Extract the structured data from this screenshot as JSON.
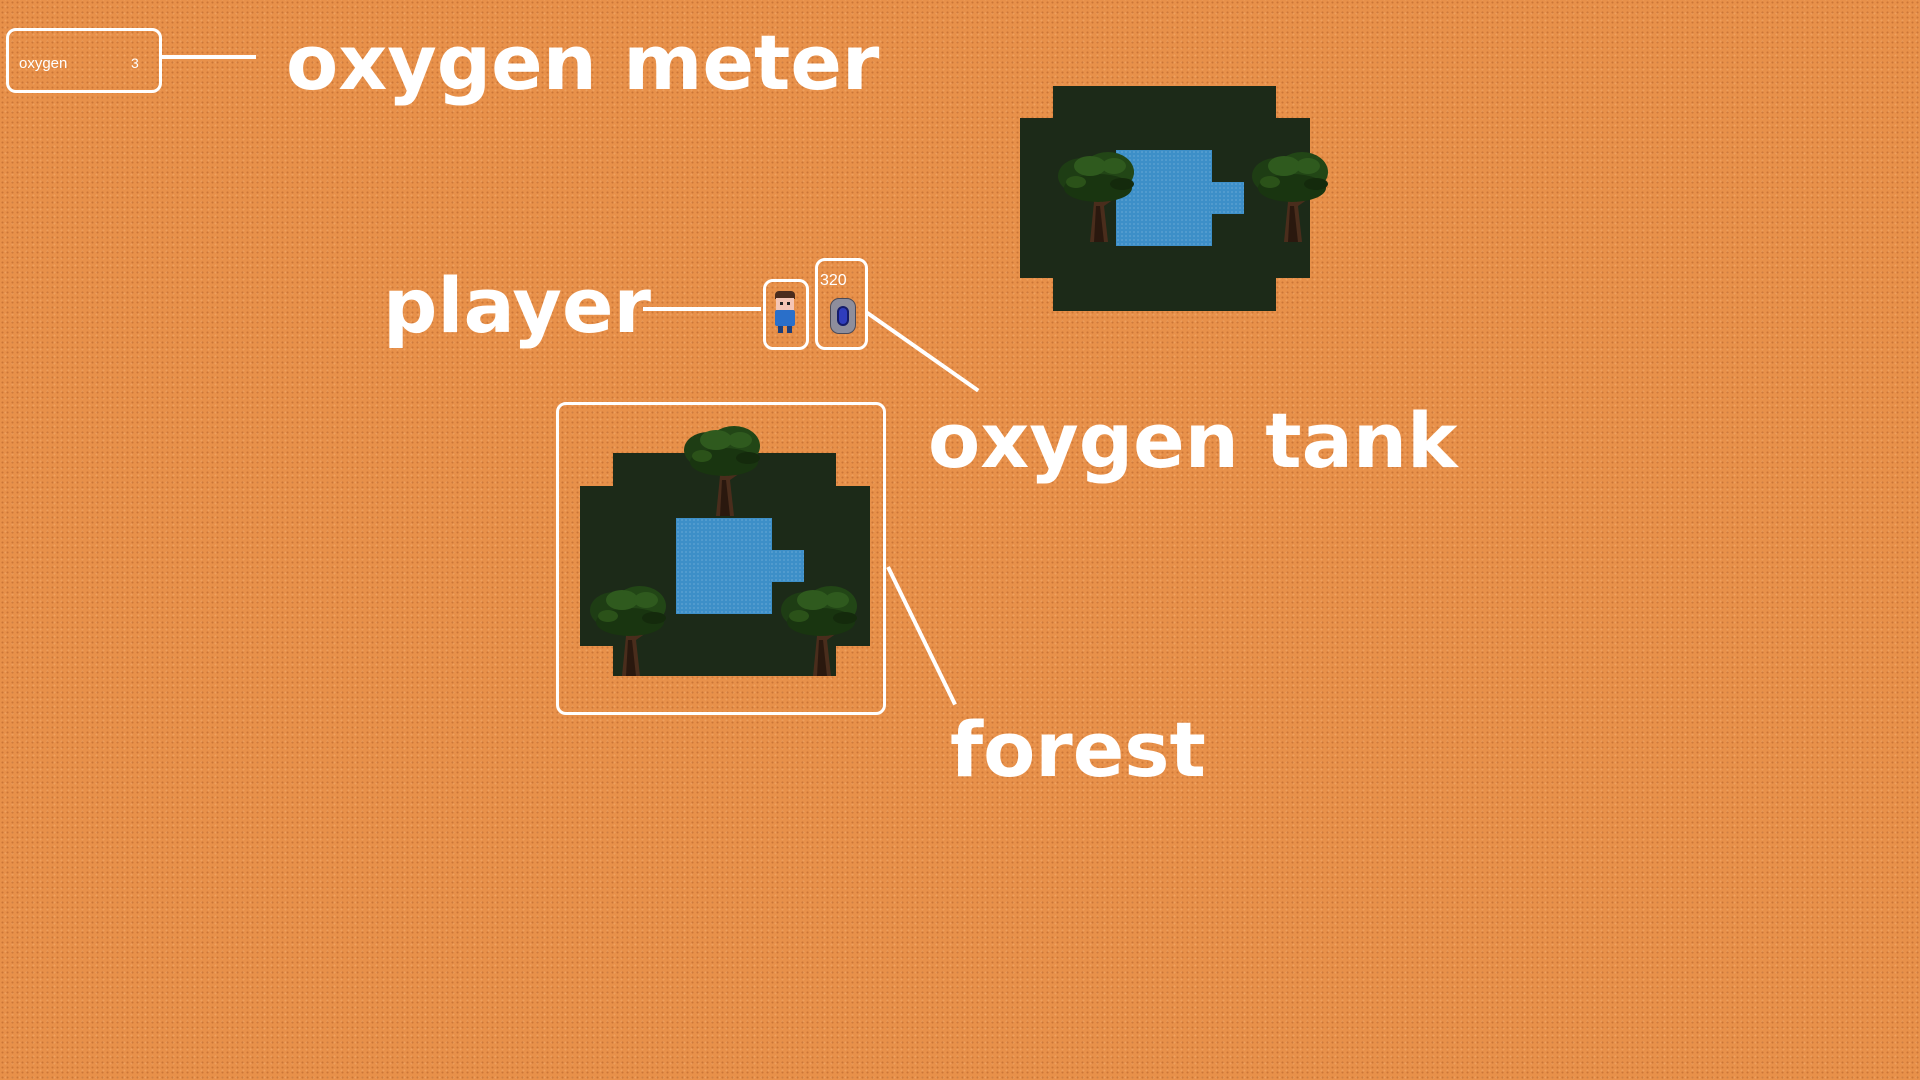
{
  "hud": {
    "oxygen_label": "oxygen",
    "oxygen_value": "3"
  },
  "oxygen_tank": {
    "value": "320"
  },
  "annotations": {
    "oxygen_meter": "oxygen meter",
    "player": "player",
    "oxygen_tank": "oxygen tank",
    "forest": "forest"
  },
  "colors": {
    "ground": "#e8914a",
    "forest_floor": "#1c2a18",
    "water": "#3d8fc8",
    "annotation": "#ffffff"
  },
  "icons": {
    "player": "player-sprite-icon",
    "oxygen_tank": "oxygen-tank-icon",
    "tree": "tree-icon"
  }
}
